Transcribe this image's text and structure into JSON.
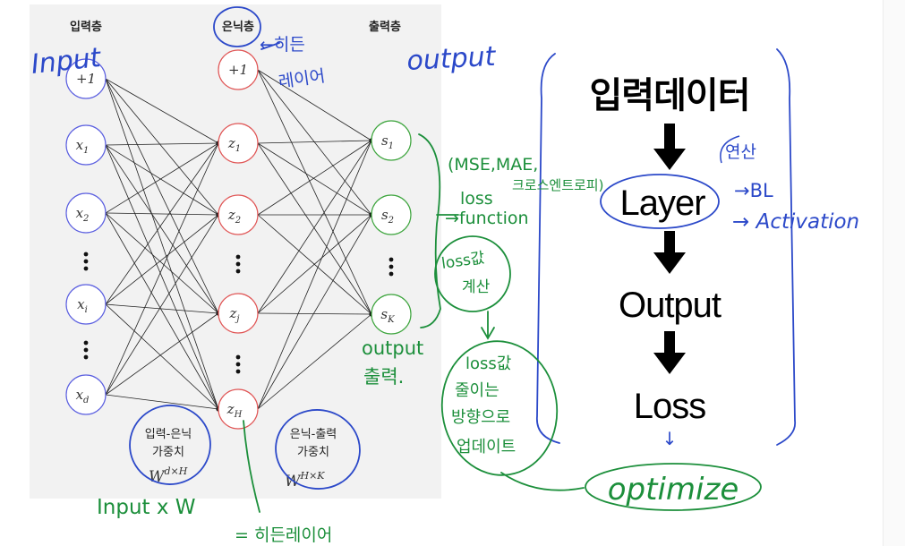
{
  "network": {
    "layer_titles": [
      "입력층",
      "은닉층",
      "출력층"
    ],
    "input_nodes": [
      {
        "base": "+1",
        "sub": ""
      },
      {
        "base": "x",
        "sub": "1"
      },
      {
        "base": "x",
        "sub": "2"
      },
      {
        "base": "x",
        "sub": "i"
      },
      {
        "base": "x",
        "sub": "d"
      }
    ],
    "hidden_nodes": [
      {
        "base": "+1",
        "sub": ""
      },
      {
        "base": "z",
        "sub": "1"
      },
      {
        "base": "z",
        "sub": "2"
      },
      {
        "base": "z",
        "sub": "j"
      },
      {
        "base": "z",
        "sub": "H"
      }
    ],
    "output_nodes": [
      {
        "base": "s",
        "sub": "1"
      },
      {
        "base": "s",
        "sub": "2"
      },
      {
        "base": "s",
        "sub": "K"
      }
    ],
    "weight_labels": [
      {
        "line1": "입력-은닉",
        "line2": "가중치",
        "sym": "W",
        "sup": "d×H"
      },
      {
        "line1": "은닉-출력",
        "line2": "가중치",
        "sym": "W",
        "sup": "H×K"
      }
    ]
  },
  "flow": {
    "steps": [
      "입력데이터",
      "Layer",
      "Output",
      "Loss"
    ],
    "layer_notes": [
      "연산",
      "→BL",
      "→ Activation"
    ],
    "optimize": "optimize",
    "arrow_small": "↓"
  },
  "annotations": {
    "input": "Input",
    "hidden_note": [
      "←히든",
      "레이어"
    ],
    "output": "output",
    "loss_list": [
      "(MSE,MAE,",
      "크로스엔트로피)"
    ],
    "loss_fn": [
      "loss",
      "→function"
    ],
    "loss_calc": [
      "loss값",
      "계산"
    ],
    "output_out": [
      "output",
      "출력."
    ],
    "loss_update": [
      "loss값",
      "줄이는",
      "방향으로",
      "업데이트"
    ],
    "input_xw": "Input x W",
    "hidden_eq": "= 히든레이어"
  },
  "colors": {
    "input_node": "#5b5fe0",
    "hidden_node": "#e05555",
    "output_node": "#3ea53e",
    "pen_blue": "#2c49c9",
    "pen_green": "#1c8f3b",
    "panel_bg": "#f2f2f2"
  }
}
